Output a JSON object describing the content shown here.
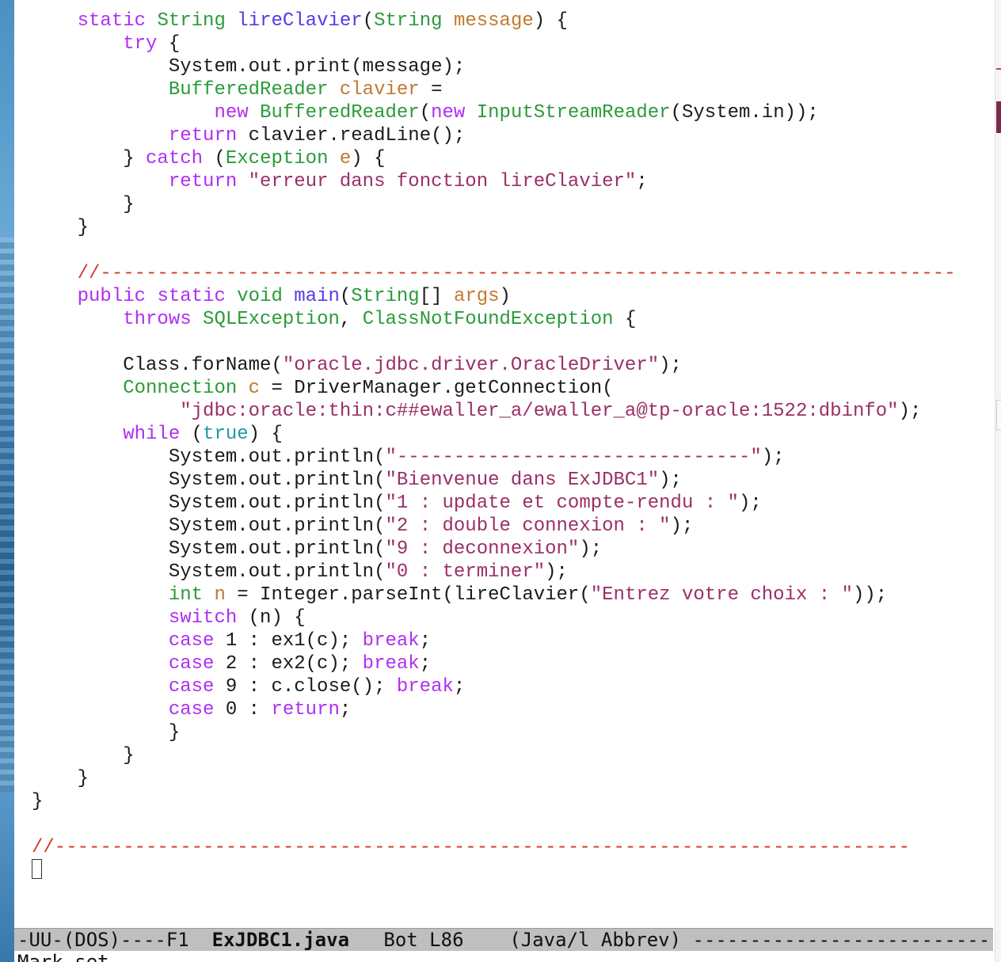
{
  "editor": {
    "lines": [
      [
        [
          "    ",
          ""
        ],
        [
          "static",
          "kw"
        ],
        [
          " ",
          ""
        ],
        [
          "String",
          "ty"
        ],
        [
          " ",
          ""
        ],
        [
          "lireClavier",
          "fn"
        ],
        [
          "(",
          ""
        ],
        [
          "String",
          "ty"
        ],
        [
          " ",
          ""
        ],
        [
          "message",
          "var"
        ],
        [
          ") {",
          ""
        ]
      ],
      [
        [
          "        ",
          ""
        ],
        [
          "try",
          "kw"
        ],
        [
          " {",
          ""
        ]
      ],
      [
        [
          "            System.out.print(message);",
          ""
        ]
      ],
      [
        [
          "            ",
          ""
        ],
        [
          "BufferedReader",
          "ty"
        ],
        [
          " ",
          ""
        ],
        [
          "clavier",
          "var"
        ],
        [
          " =",
          ""
        ]
      ],
      [
        [
          "                ",
          ""
        ],
        [
          "new",
          "kw"
        ],
        [
          " ",
          ""
        ],
        [
          "BufferedReader",
          "ty"
        ],
        [
          "(",
          ""
        ],
        [
          "new",
          "kw"
        ],
        [
          " ",
          ""
        ],
        [
          "InputStreamReader",
          "ty"
        ],
        [
          "(System.in));",
          ""
        ]
      ],
      [
        [
          "            ",
          ""
        ],
        [
          "return",
          "kw"
        ],
        [
          " clavier.readLine();",
          ""
        ]
      ],
      [
        [
          "        } ",
          ""
        ],
        [
          "catch",
          "kw"
        ],
        [
          " (",
          ""
        ],
        [
          "Exception",
          "ty"
        ],
        [
          " ",
          ""
        ],
        [
          "e",
          "var"
        ],
        [
          ") {",
          ""
        ]
      ],
      [
        [
          "            ",
          ""
        ],
        [
          "return",
          "kw"
        ],
        [
          " ",
          ""
        ],
        [
          "\"erreur dans fonction lireClavier\"",
          "str"
        ],
        [
          ";",
          ""
        ]
      ],
      [
        [
          "        }",
          ""
        ]
      ],
      [
        [
          "    }",
          ""
        ]
      ],
      [
        [
          "",
          ""
        ]
      ],
      [
        [
          "    ",
          ""
        ],
        [
          "//---------------------------------------------------------------------------",
          "cmt"
        ]
      ],
      [
        [
          "    ",
          ""
        ],
        [
          "public",
          "kw"
        ],
        [
          " ",
          ""
        ],
        [
          "static",
          "kw"
        ],
        [
          " ",
          ""
        ],
        [
          "void",
          "ty"
        ],
        [
          " ",
          ""
        ],
        [
          "main",
          "fn"
        ],
        [
          "(",
          ""
        ],
        [
          "String",
          "ty"
        ],
        [
          "[] ",
          ""
        ],
        [
          "args",
          "var"
        ],
        [
          ")",
          ""
        ]
      ],
      [
        [
          "        ",
          ""
        ],
        [
          "throws",
          "kw"
        ],
        [
          " ",
          ""
        ],
        [
          "SQLException",
          "ty"
        ],
        [
          ", ",
          ""
        ],
        [
          "ClassNotFoundException",
          "ty"
        ],
        [
          " {",
          ""
        ]
      ],
      [
        [
          "",
          ""
        ]
      ],
      [
        [
          "        Class.forName(",
          ""
        ],
        [
          "\"oracle.jdbc.driver.OracleDriver\"",
          "str"
        ],
        [
          ");",
          ""
        ]
      ],
      [
        [
          "        ",
          ""
        ],
        [
          "Connection",
          "ty"
        ],
        [
          " ",
          ""
        ],
        [
          "c",
          "var"
        ],
        [
          " = DriverManager.getConnection(",
          ""
        ]
      ],
      [
        [
          "             ",
          ""
        ],
        [
          "\"jdbc:oracle:thin:c##ewaller_a/ewaller_a@tp-oracle:1522:dbinfo\"",
          "str"
        ],
        [
          ");",
          ""
        ]
      ],
      [
        [
          "        ",
          ""
        ],
        [
          "while",
          "kw"
        ],
        [
          " (",
          ""
        ],
        [
          "true",
          "cst"
        ],
        [
          ") {",
          ""
        ]
      ],
      [
        [
          "            System.out.println(",
          ""
        ],
        [
          "\"-------------------------------\"",
          "str"
        ],
        [
          ");",
          ""
        ]
      ],
      [
        [
          "            System.out.println(",
          ""
        ],
        [
          "\"Bienvenue dans ExJDBC1\"",
          "str"
        ],
        [
          ");",
          ""
        ]
      ],
      [
        [
          "            System.out.println(",
          ""
        ],
        [
          "\"1 : update et compte-rendu : \"",
          "str"
        ],
        [
          ");",
          ""
        ]
      ],
      [
        [
          "            System.out.println(",
          ""
        ],
        [
          "\"2 : double connexion : \"",
          "str"
        ],
        [
          ");",
          ""
        ]
      ],
      [
        [
          "            System.out.println(",
          ""
        ],
        [
          "\"9 : deconnexion\"",
          "str"
        ],
        [
          ");",
          ""
        ]
      ],
      [
        [
          "            System.out.println(",
          ""
        ],
        [
          "\"0 : terminer\"",
          "str"
        ],
        [
          ");",
          ""
        ]
      ],
      [
        [
          "            ",
          ""
        ],
        [
          "int",
          "ty"
        ],
        [
          " ",
          ""
        ],
        [
          "n",
          "var"
        ],
        [
          " = Integer.parseInt(lireClavier(",
          ""
        ],
        [
          "\"Entrez votre choix : \"",
          "str"
        ],
        [
          "));",
          ""
        ]
      ],
      [
        [
          "            ",
          ""
        ],
        [
          "switch",
          "kw"
        ],
        [
          " (n) {",
          ""
        ]
      ],
      [
        [
          "            ",
          ""
        ],
        [
          "case",
          "kw"
        ],
        [
          " 1 : ex1(c); ",
          ""
        ],
        [
          "break",
          "kw"
        ],
        [
          ";",
          ""
        ]
      ],
      [
        [
          "            ",
          ""
        ],
        [
          "case",
          "kw"
        ],
        [
          " 2 : ex2(c); ",
          ""
        ],
        [
          "break",
          "kw"
        ],
        [
          ";",
          ""
        ]
      ],
      [
        [
          "            ",
          ""
        ],
        [
          "case",
          "kw"
        ],
        [
          " 9 : c.close(); ",
          ""
        ],
        [
          "break",
          "kw"
        ],
        [
          ";",
          ""
        ]
      ],
      [
        [
          "            ",
          ""
        ],
        [
          "case",
          "kw"
        ],
        [
          " 0 : ",
          ""
        ],
        [
          "return",
          "kw"
        ],
        [
          ";",
          ""
        ]
      ],
      [
        [
          "            }",
          ""
        ]
      ],
      [
        [
          "        }",
          ""
        ]
      ],
      [
        [
          "    }",
          ""
        ]
      ],
      [
        [
          "}",
          ""
        ]
      ],
      [
        [
          "",
          ""
        ]
      ],
      [
        [
          "//---------------------------------------------------------------------------",
          "cmt"
        ]
      ]
    ]
  },
  "modeline": {
    "prefix": "-UU-(DOS)----F1  ",
    "filename": "ExJDBC1.java",
    "position": "   Bot L86    ",
    "modes": "(Java/l Abbrev)",
    "fill": " -----------------------------------"
  },
  "echo_area": {
    "message": "Mark set"
  }
}
